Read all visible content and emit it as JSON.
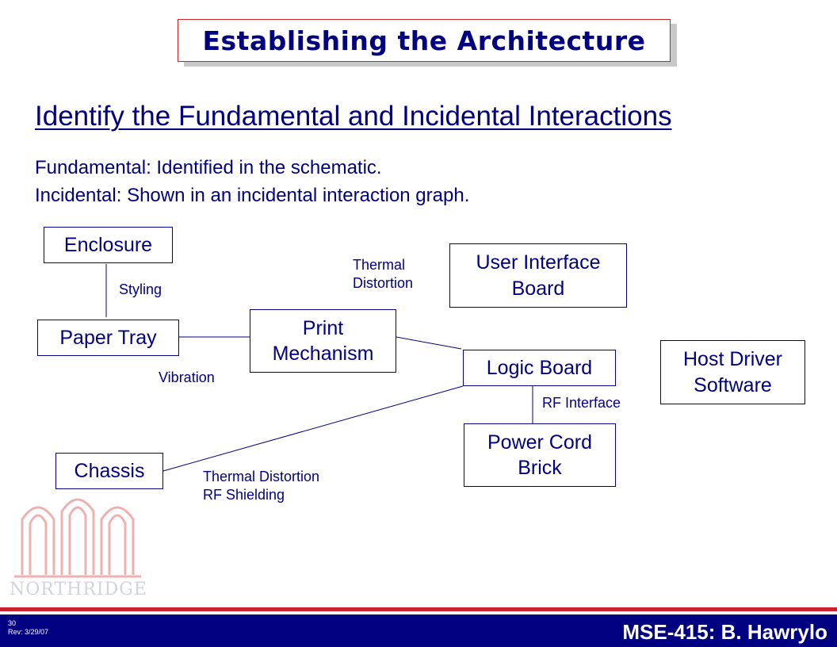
{
  "title": "Establishing the Architecture",
  "subtitle": "Identify the Fundamental and Incidental Interactions",
  "lines": [
    "Fundamental:  Identified in the schematic.",
    "Incidental:  Shown in an incidental interaction graph."
  ],
  "nodes": {
    "enclosure": [
      "Enclosure"
    ],
    "paper_tray": [
      "Paper Tray"
    ],
    "print_mechanism": [
      "Print",
      "Mechanism"
    ],
    "user_interface_board": [
      "User Interface",
      "Board"
    ],
    "logic_board": [
      "Logic Board"
    ],
    "host_driver_software": [
      "Host Driver",
      "Software"
    ],
    "power_cord_brick": [
      "Power Cord",
      "Brick"
    ],
    "chassis": [
      "Chassis"
    ]
  },
  "edge_labels": {
    "styling": [
      "Styling"
    ],
    "thermal_distortion": [
      "Thermal",
      "Distortion"
    ],
    "vibration": [
      "Vibration"
    ],
    "rf_interface": [
      "RF Interface"
    ],
    "thermal_rf": [
      "Thermal Distortion",
      "RF Shielding"
    ]
  },
  "footer": {
    "slide_number": "30",
    "revision": "Rev: 3/29/07",
    "author": "MSE-415:  B. Hawrylo"
  },
  "logo_text": "NORTHRIDGE",
  "colors": {
    "text": "#000080",
    "accent_red": "#c8242f",
    "footer_bg": "#000080"
  }
}
